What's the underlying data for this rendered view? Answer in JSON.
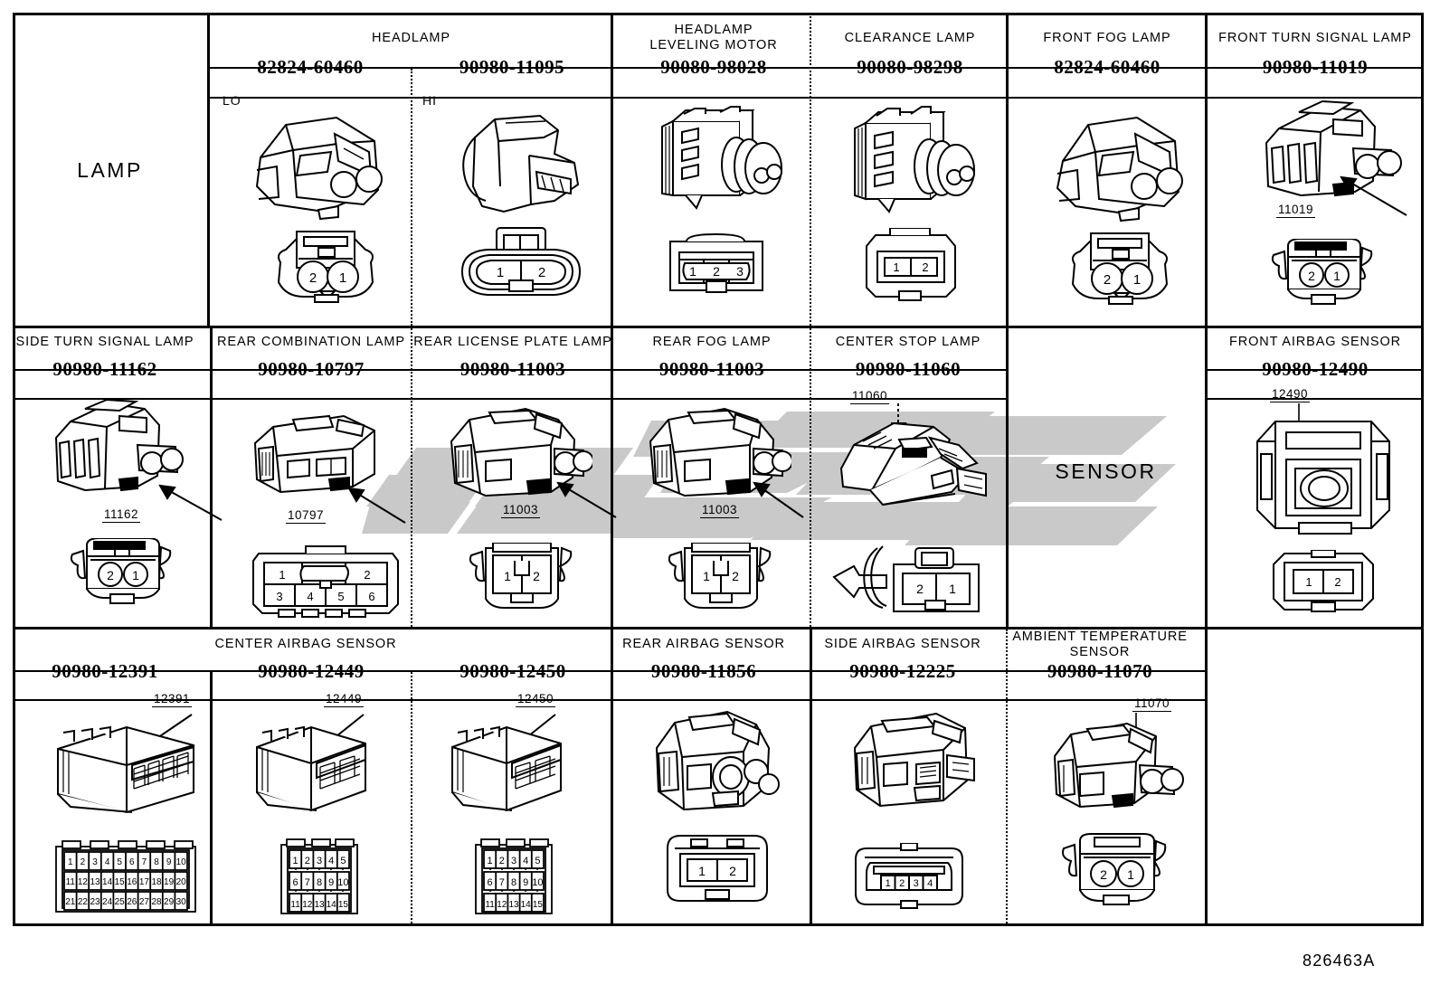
{
  "figure_reference": "826463A",
  "groups": [
    {
      "name": "LAMP"
    },
    {
      "name": "SENSOR"
    }
  ],
  "rows": [
    {
      "row": 1,
      "group_label": "LAMP",
      "cells": [
        {
          "title": "HEADLAMP",
          "title_span": 2,
          "part_number": "82824-60460",
          "sub_label": "LO",
          "pins": [
            "2",
            "1"
          ],
          "callout": null
        },
        {
          "title": "",
          "part_number": "90980-11095",
          "sub_label": "HI",
          "pins": [
            "1",
            "2"
          ],
          "callout": null
        },
        {
          "title": "HEADLAMP\nLEVELING MOTOR",
          "part_number": "90080-98028",
          "sub_label": "",
          "pins": [
            "1",
            "2",
            "3"
          ],
          "callout": null
        },
        {
          "title": "CLEARANCE LAMP",
          "part_number": "90080-98298",
          "sub_label": "",
          "pins": [
            "1",
            "2"
          ],
          "callout": null
        },
        {
          "title": "FRONT FOG LAMP",
          "part_number": "82824-60460",
          "sub_label": "",
          "pins": [
            "2",
            "1"
          ],
          "callout": null
        },
        {
          "title": "FRONT TURN SIGNAL LAMP",
          "part_number": "90980-11019",
          "sub_label": "",
          "pins": [
            "2",
            "1"
          ],
          "callout": "11019"
        }
      ]
    },
    {
      "row": 2,
      "group_label": "SENSOR",
      "cells": [
        {
          "title": "SIDE TURN SIGNAL LAMP",
          "part_number": "90980-11162",
          "pins": [
            "2",
            "1"
          ],
          "callout": "11162"
        },
        {
          "title": "REAR COMBINATION LAMP",
          "part_number": "90980-10797",
          "pins": [
            "1",
            "2",
            "3",
            "4",
            "5",
            "6"
          ],
          "callout": "10797"
        },
        {
          "title": "REAR LICENSE PLATE LAMP",
          "part_number": "90980-11003",
          "pins": [
            "1",
            "2"
          ],
          "callout": "11003"
        },
        {
          "title": "REAR FOG LAMP",
          "part_number": "90980-11003",
          "pins": [
            "1",
            "2"
          ],
          "callout": "11003"
        },
        {
          "title": "CENTER STOP LAMP",
          "part_number": "90980-11060",
          "pins": [
            "2",
            "1"
          ],
          "callout": "11060"
        },
        {
          "title": "FRONT AIRBAG SENSOR",
          "part_number": "90980-12490",
          "pins": [
            "1",
            "2"
          ],
          "callout": "12490"
        }
      ]
    },
    {
      "row": 3,
      "group_label": "",
      "cells": [
        {
          "title": "CENTER AIRBAG SENSOR",
          "title_span": 3,
          "part_number": "90980-12391",
          "pins": [
            "1",
            "2",
            "3",
            "4",
            "5",
            "6",
            "7",
            "8",
            "9",
            "10",
            "11",
            "12",
            "13",
            "14",
            "15",
            "16",
            "17",
            "18",
            "19",
            "20",
            "21",
            "22",
            "23",
            "24",
            "25",
            "26",
            "27",
            "28",
            "29",
            "30"
          ],
          "callout": "12391"
        },
        {
          "title": "",
          "part_number": "90980-12449",
          "pins": [
            "1",
            "2",
            "3",
            "4",
            "5",
            "6",
            "7",
            "8",
            "9",
            "10",
            "11",
            "12",
            "13",
            "14",
            "15"
          ],
          "callout": "12449"
        },
        {
          "title": "",
          "part_number": "90980-12450",
          "pins": [
            "1",
            "2",
            "3",
            "4",
            "5",
            "6",
            "7",
            "8",
            "9",
            "10",
            "11",
            "12",
            "13",
            "14",
            "15"
          ],
          "callout": "12450"
        },
        {
          "title": "REAR AIRBAG SENSOR",
          "part_number": "90980-11856",
          "pins": [
            "1",
            "2"
          ],
          "callout": null
        },
        {
          "title": "SIDE AIRBAG SENSOR",
          "part_number": "90980-12225",
          "pins": [
            "1",
            "2",
            "3",
            "4"
          ],
          "callout": null
        },
        {
          "title": "AMBIENT TEMPERATURE\nSENSOR",
          "part_number": "90980-11070",
          "pins": [
            "2",
            "1"
          ],
          "callout": "11070"
        }
      ]
    }
  ],
  "headers": {
    "r1c1": "HEADLAMP",
    "r1c3a": "HEADLAMP",
    "r1c3b": "LEVELING MOTOR",
    "r1c4": "CLEARANCE LAMP",
    "r1c5": "FRONT FOG LAMP",
    "r1c6": "FRONT TURN SIGNAL LAMP",
    "r2c1": "SIDE TURN SIGNAL LAMP",
    "r2c2": "REAR COMBINATION LAMP",
    "r2c3": "REAR LICENSE PLATE LAMP",
    "r2c4": "REAR FOG LAMP",
    "r2c5": "CENTER STOP LAMP",
    "r2c6": "FRONT AIRBAG SENSOR",
    "r3c1": "CENTER AIRBAG SENSOR",
    "r3c4": "REAR AIRBAG SENSOR",
    "r3c5": "SIDE AIRBAG SENSOR",
    "r3c6a": "AMBIENT TEMPERATURE",
    "r3c6b": "SENSOR"
  },
  "part_numbers": {
    "r1c1": "82824-60460",
    "r1c2": "90980-11095",
    "r1c3": "90080-98028",
    "r1c4": "90080-98298",
    "r1c5": "82824-60460",
    "r1c6": "90980-11019",
    "r2c1": "90980-11162",
    "r2c2": "90980-10797",
    "r2c3": "90980-11003",
    "r2c4": "90980-11003",
    "r2c5": "90980-11060",
    "r2c6": "90980-12490",
    "r3c1": "90980-12391",
    "r3c2": "90980-12449",
    "r3c3": "90980-12450",
    "r3c4": "90980-11856",
    "r3c5": "90980-12225",
    "r3c6": "90980-11070"
  },
  "sub_labels": {
    "lo": "LO",
    "hi": "HI"
  },
  "group_labels": {
    "lamp": "LAMP",
    "sensor": "SENSOR"
  },
  "callouts": {
    "c11019": "11019",
    "c11162": "11162",
    "c10797": "10797",
    "c11003a": "11003",
    "c11003b": "11003",
    "c11060": "11060",
    "c12490": "12490",
    "c12391": "12391",
    "c12449": "12449",
    "c12450": "12450",
    "c11070": "11070"
  },
  "pin_labels": {
    "r1c1": [
      "2",
      "1"
    ],
    "r1c2": [
      "1",
      "2"
    ],
    "r1c3": [
      "1",
      "2",
      "3"
    ],
    "r1c4": [
      "1",
      "2"
    ],
    "r1c5": [
      "2",
      "1"
    ],
    "r1c6": [
      "2",
      "1"
    ],
    "r2c1": [
      "2",
      "1"
    ],
    "r2c2_top": [
      "1",
      "2"
    ],
    "r2c2_bottom": [
      "3",
      "4",
      "5",
      "6"
    ],
    "r2c3": [
      "1",
      "2"
    ],
    "r2c4": [
      "1",
      "2"
    ],
    "r2c5": [
      "2",
      "1"
    ],
    "r2c6": [
      "1",
      "2"
    ],
    "r3c1_row1": [
      "1",
      "2",
      "3",
      "4",
      "5",
      "6",
      "7",
      "8",
      "9",
      "10"
    ],
    "r3c1_row2": [
      "11",
      "12",
      "13",
      "14",
      "15",
      "16",
      "17",
      "18",
      "19",
      "20"
    ],
    "r3c1_row3": [
      "21",
      "22",
      "23",
      "24",
      "25",
      "26",
      "27",
      "28",
      "29",
      "30"
    ],
    "r3c2_row1": [
      "1",
      "2",
      "3",
      "4",
      "5"
    ],
    "r3c2_row2": [
      "6",
      "7",
      "8",
      "9",
      "10"
    ],
    "r3c2_row3": [
      "11",
      "12",
      "13",
      "14",
      "15"
    ],
    "r3c3_row1": [
      "1",
      "2",
      "3",
      "4",
      "5"
    ],
    "r3c3_row2": [
      "6",
      "7",
      "8",
      "9",
      "10"
    ],
    "r3c3_row3": [
      "11",
      "12",
      "13",
      "14",
      "15"
    ],
    "r3c4": [
      "1",
      "2"
    ],
    "r3c5": [
      "1",
      "2",
      "3",
      "4"
    ],
    "r3c6": [
      "2",
      "1"
    ]
  },
  "colors": {
    "line": "#000000",
    "watermark": "#c8c8c8",
    "background": "#ffffff"
  }
}
